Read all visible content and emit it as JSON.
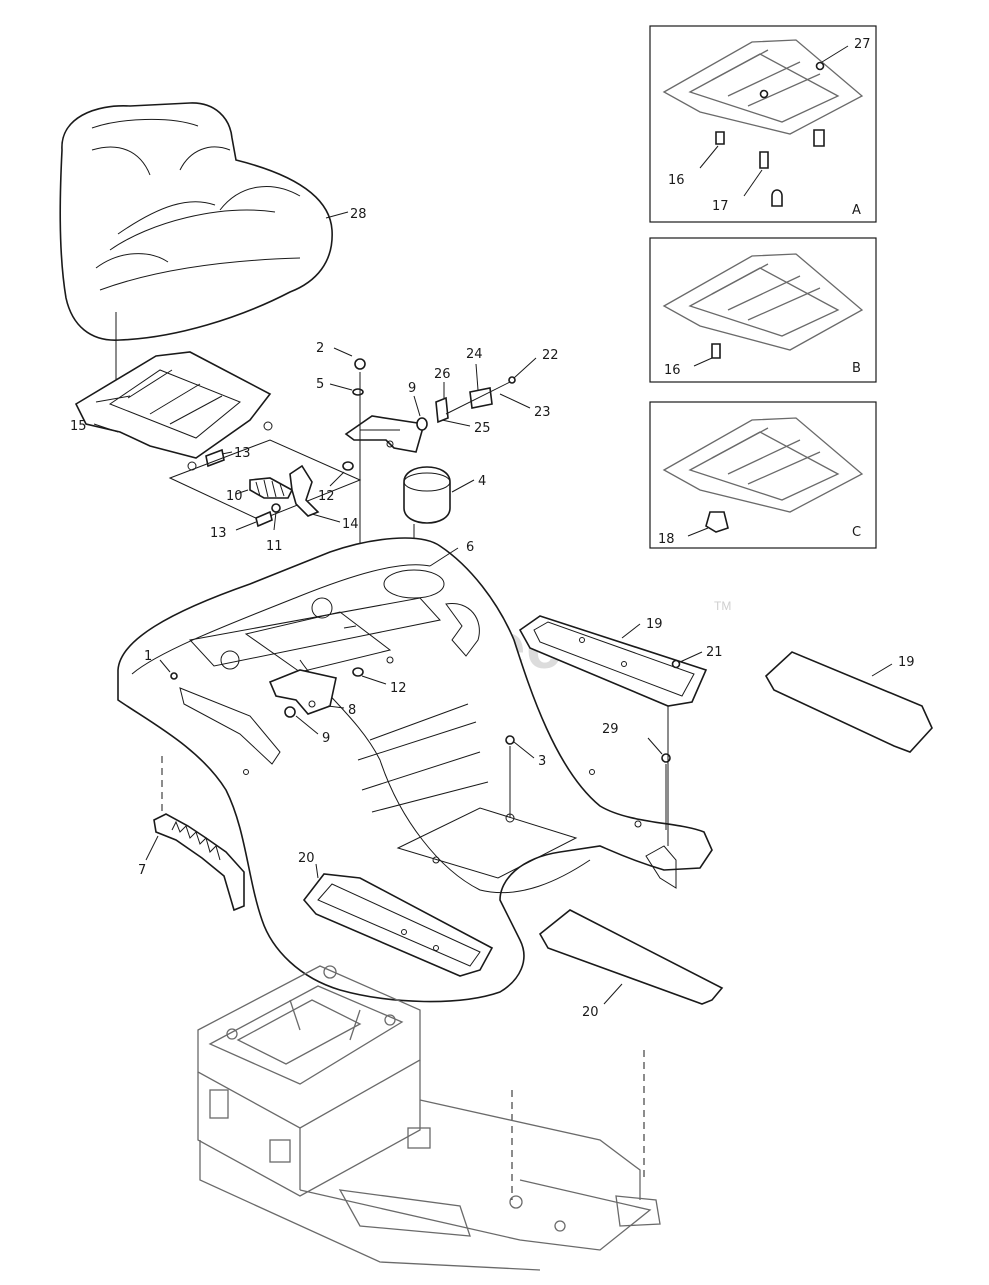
{
  "watermark": {
    "brand": "PartsTree",
    "trademark": "TM"
  },
  "callouts": {
    "c1": "1",
    "c2": "2",
    "c3": "3",
    "c4": "4",
    "c5": "5",
    "c6": "6",
    "c7": "7",
    "c8": "8",
    "c9a": "9",
    "c9b": "9",
    "c10": "10",
    "c11": "11",
    "c12a": "12",
    "c12b": "12",
    "c13a": "13",
    "c13b": "13",
    "c14": "14",
    "c15": "15",
    "c19a": "19",
    "c19b": "19",
    "c20a": "20",
    "c20b": "20",
    "c21": "21",
    "c22": "22",
    "c23": "23",
    "c24": "24",
    "c25": "25",
    "c26": "26",
    "c28": "28",
    "c29": "29"
  },
  "insets": {
    "a": {
      "label": "A",
      "c16": "16",
      "c17": "17",
      "c27": "27"
    },
    "b": {
      "label": "B",
      "c16": "16"
    },
    "c": {
      "label": "C",
      "c18": "18"
    }
  }
}
